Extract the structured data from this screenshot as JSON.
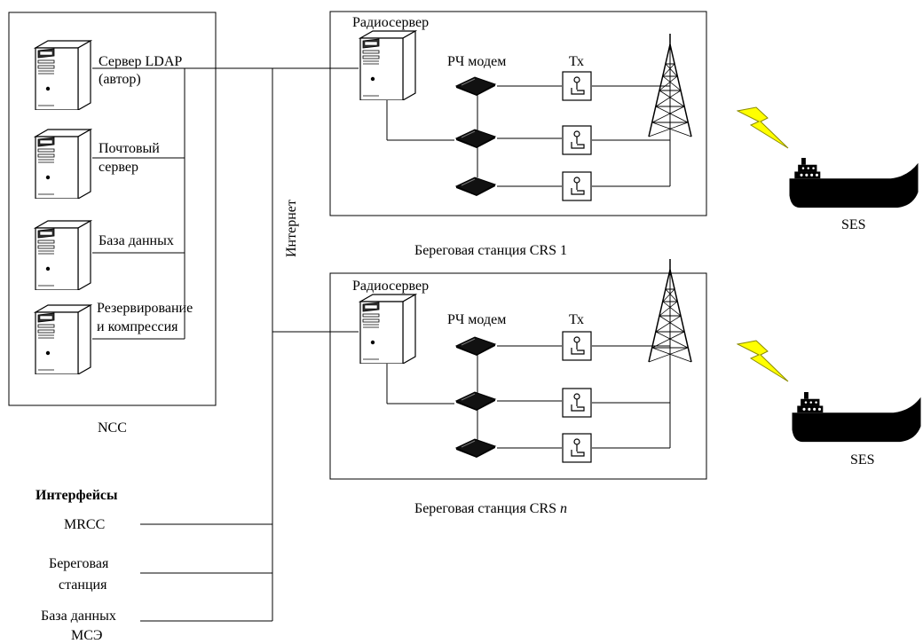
{
  "ncc": {
    "title": "NCC",
    "servers": [
      {
        "lines": [
          "Сервер LDAP",
          "(автор)"
        ],
        "icon": "server-icon"
      },
      {
        "lines": [
          "Почтовый",
          "сервер"
        ],
        "icon": "server-icon"
      },
      {
        "lines": [
          "База данных"
        ],
        "icon": "server-icon"
      },
      {
        "lines": [
          "Резервирование",
          "и компрессия"
        ],
        "icon": "server-icon"
      }
    ]
  },
  "internet_label": "Интернет",
  "stations": [
    {
      "radioserver_label": "Радиосервер",
      "modem_label": "РЧ модем",
      "tx_label": "Тх",
      "caption": "Береговая станция CRS 1",
      "caption_suffix": ""
    },
    {
      "radioserver_label": "Радиосервер",
      "modem_label": "РЧ модем",
      "tx_label": "Тх",
      "caption": "Береговая станция CRS ",
      "caption_suffix": "n"
    }
  ],
  "ships": [
    {
      "label": "SES",
      "icon": "ship-icon"
    },
    {
      "label": "SES",
      "icon": "ship-icon"
    }
  ],
  "interfaces": {
    "title": "Интерфейсы",
    "items": [
      {
        "lines": [
          "MRCC"
        ]
      },
      {
        "lines": [
          "Береговая",
          "станция"
        ]
      },
      {
        "lines": [
          "База данных",
          "МСЭ"
        ]
      }
    ]
  },
  "colors": {
    "lightning": "#ffff00",
    "ink": "#000000",
    "device": "#111111"
  }
}
